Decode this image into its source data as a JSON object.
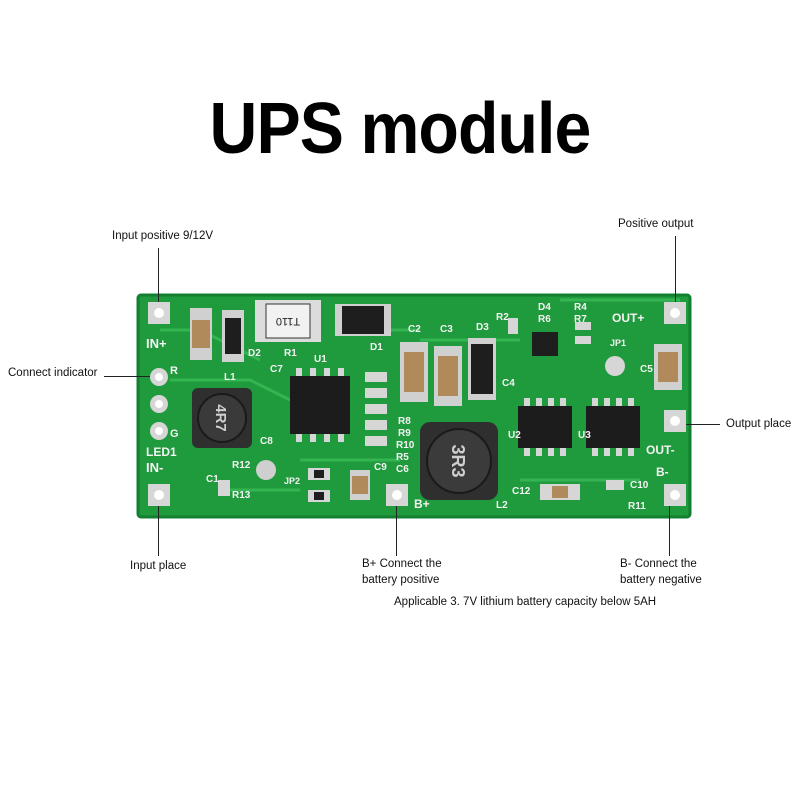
{
  "title": "UPS module",
  "callouts": {
    "input_positive": "Input positive 9/12V",
    "positive_output": "Positive output",
    "connect_indicator": "Connect indicator",
    "output_place": "Output place",
    "input_place": "Input place",
    "b_plus_line1": "B+ Connect the",
    "b_plus_line2": "battery positive",
    "b_minus_line1": "B- Connect the",
    "b_minus_line2": "battery negative",
    "note": "Applicable 3. 7V lithium battery capacity below 5AH"
  },
  "silkscreen": {
    "in_plus": "IN+",
    "in_minus": "IN-",
    "led": "LED1",
    "out_plus": "OUT+",
    "out_minus": "OUT-",
    "b_plus": "B+",
    "b_minus": "B-",
    "r": "R",
    "g": "G",
    "l1": "L1",
    "l2": "L2",
    "u1": "U1",
    "u2": "U2",
    "u3": "U3",
    "d1": "D1",
    "d2": "D2",
    "d3": "D3",
    "d4": "D4",
    "r1": "R1",
    "r2": "R2",
    "r4": "R4",
    "r5": "R5",
    "r6": "R6",
    "r7": "R7",
    "r8": "R8",
    "r9": "R9",
    "r10": "R10",
    "r11": "R11",
    "r12": "R12",
    "r13": "R13",
    "c1": "C1",
    "c2": "C2",
    "c3": "C3",
    "c4": "C4",
    "c5": "C5",
    "c6": "C6",
    "c7": "C7",
    "c8": "C8",
    "c9": "C9",
    "c10": "C10",
    "c12": "C12",
    "jp1": "JP1",
    "jp2": "JP2",
    "inductor_l1_mark": "4R7",
    "inductor_l2_mark": "3R3",
    "diode_mark": "T110"
  },
  "colors": {
    "pcb": "#1f9a3c",
    "pcb_edge": "#128030",
    "pad": "#c9c9c9",
    "ic": "#1c1c1c",
    "inductor": "#3a3a3a"
  }
}
